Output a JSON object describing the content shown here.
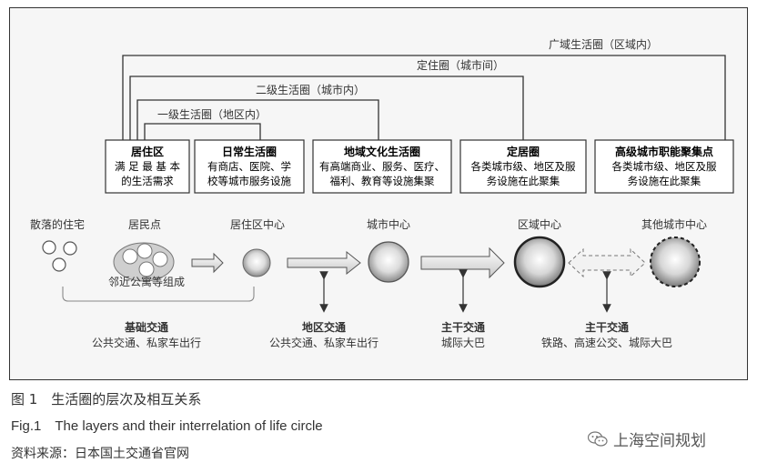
{
  "circles": [
    {
      "label": "广域生活圈（区域内）"
    },
    {
      "label": "定住圈（城市间）"
    },
    {
      "label": "二级生活圈（城市内）"
    },
    {
      "label": "一级生活圈（地区内）"
    }
  ],
  "boxes": [
    {
      "title": "居住区",
      "lines": [
        "满 足 最 基 本",
        "的生活需求"
      ]
    },
    {
      "title": "日常生活圈",
      "lines": [
        "有商店、医院、学",
        "校等城市服务设施"
      ]
    },
    {
      "title": "地域文化生活圈",
      "lines": [
        "有高端商业、服务、医疗、",
        "福利、教育等设施集聚"
      ]
    },
    {
      "title": "定居圈",
      "lines": [
        "各类城市级、地区及服",
        "务设施在此聚集"
      ]
    },
    {
      "title": "高级城市职能聚集点",
      "lines": [
        "各类城市级、地区及服",
        "务设施在此聚集"
      ]
    }
  ],
  "nodes": {
    "scattered": "散落的住宅",
    "settlement": "居民点",
    "settlement_note": "邻近公寓等组成",
    "residential_center": "居住区中心",
    "city_center": "城市中心",
    "regional_center": "区域中心",
    "other_city_center": "其他城市中心"
  },
  "transport": [
    {
      "title": "基础交通",
      "desc": "公共交通、私家车出行"
    },
    {
      "title": "地区交通",
      "desc": "公共交通、私家车出行"
    },
    {
      "title": "主干交通",
      "desc": "城际大巴"
    },
    {
      "title": "主干交通",
      "desc": "铁路、高速公交、城际大巴"
    }
  ],
  "caption": {
    "cn": "图 1　生活圈的层次及相互关系",
    "en": "Fig.1　The layers and their interrelation of life circle",
    "source": "资料来源：日本国土交通省官网"
  },
  "watermark": "上海空间规划"
}
